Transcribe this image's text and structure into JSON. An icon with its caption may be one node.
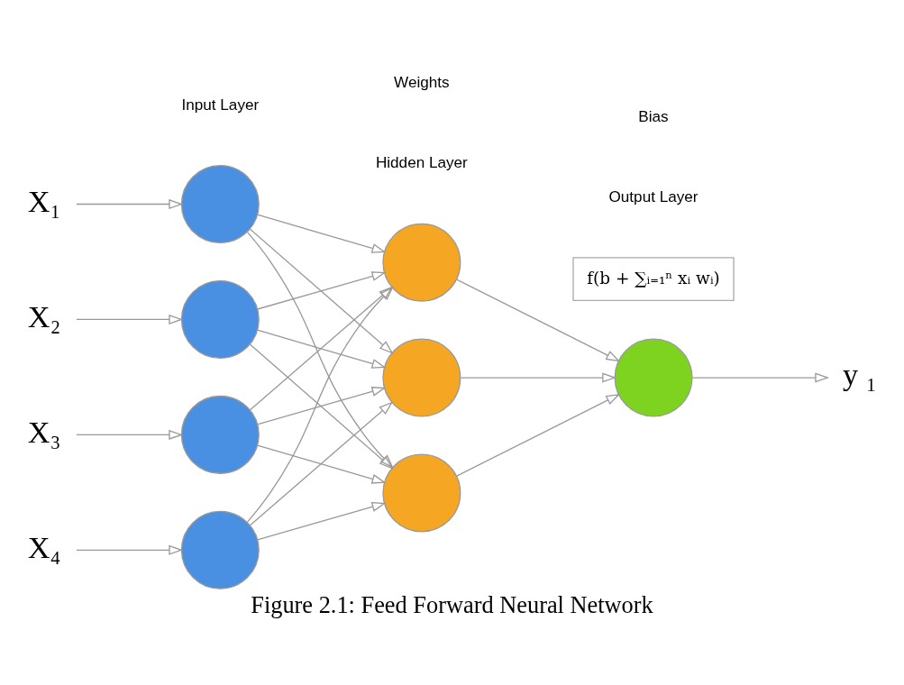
{
  "diagram": {
    "caption": "Figure 2.1: Feed Forward Neural Network",
    "nodes": [
      {
        "text": [
          "X₁"
        ]
      },
      {
        "text": [
          "X₂"
        ]
      },
      {
        "text": [
          "X₃"
        ]
      },
      {
        "text": [
          "X₄"
        ]
      },
      {
        "text": [],
        "shape": "circle"
      },
      {
        "text": [],
        "shape": "circle"
      },
      {
        "text": [],
        "shape": "circle"
      },
      {
        "text": [],
        "shape": "circle"
      },
      {
        "text": [],
        "shape": "circle"
      },
      {
        "text": [],
        "shape": "circle"
      },
      {
        "text": [],
        "shape": "circle"
      },
      {
        "text": [],
        "shape": "circle"
      },
      {
        "text": [
          "y ₁"
        ]
      },
      {
        "text": [
          "f(b + ∑ᵢ₌₁ⁿ xᵢ wᵢ)"
        ]
      }
    ],
    "edges": [
      {
        "from": 0,
        "to": 4,
        "arrow": "to"
      },
      {
        "from": 1,
        "to": 5,
        "arrow": "to"
      },
      {
        "from": 2,
        "to": 6,
        "arrow": "to"
      },
      {
        "from": 3,
        "to": 7,
        "arrow": "to"
      },
      {
        "from": 4,
        "to": 8,
        "arrow": "to"
      },
      {
        "from": 4,
        "to": 9,
        "arrow": "to"
      },
      {
        "from": 4,
        "to": 10,
        "arrow": "to"
      },
      {
        "from": 5,
        "to": 8,
        "arrow": "to"
      },
      {
        "from": 5,
        "to": 9,
        "arrow": "to"
      },
      {
        "from": 5,
        "to": 10,
        "arrow": "to"
      },
      {
        "from": 6,
        "to": 8,
        "arrow": "to"
      },
      {
        "from": 6,
        "to": 9,
        "arrow": "to"
      },
      {
        "from": 6,
        "to": 10,
        "arrow": "to"
      },
      {
        "from": 7,
        "to": 8,
        "arrow": "to"
      },
      {
        "from": 7,
        "to": 9,
        "arrow": "to"
      },
      {
        "from": 7,
        "to": 10,
        "arrow": "to"
      },
      {
        "from": 8,
        "to": 11,
        "arrow": "to"
      },
      {
        "from": 9,
        "to": 11,
        "arrow": "to"
      },
      {
        "from": 10,
        "to": 11,
        "arrow": "to"
      },
      {
        "from": 11,
        "to": 12,
        "arrow": "to"
      }
    ],
    "labels": [
      "Input Layer",
      "Hidden Layer",
      "Output Layer",
      "Weights",
      "Bias"
    ]
  }
}
